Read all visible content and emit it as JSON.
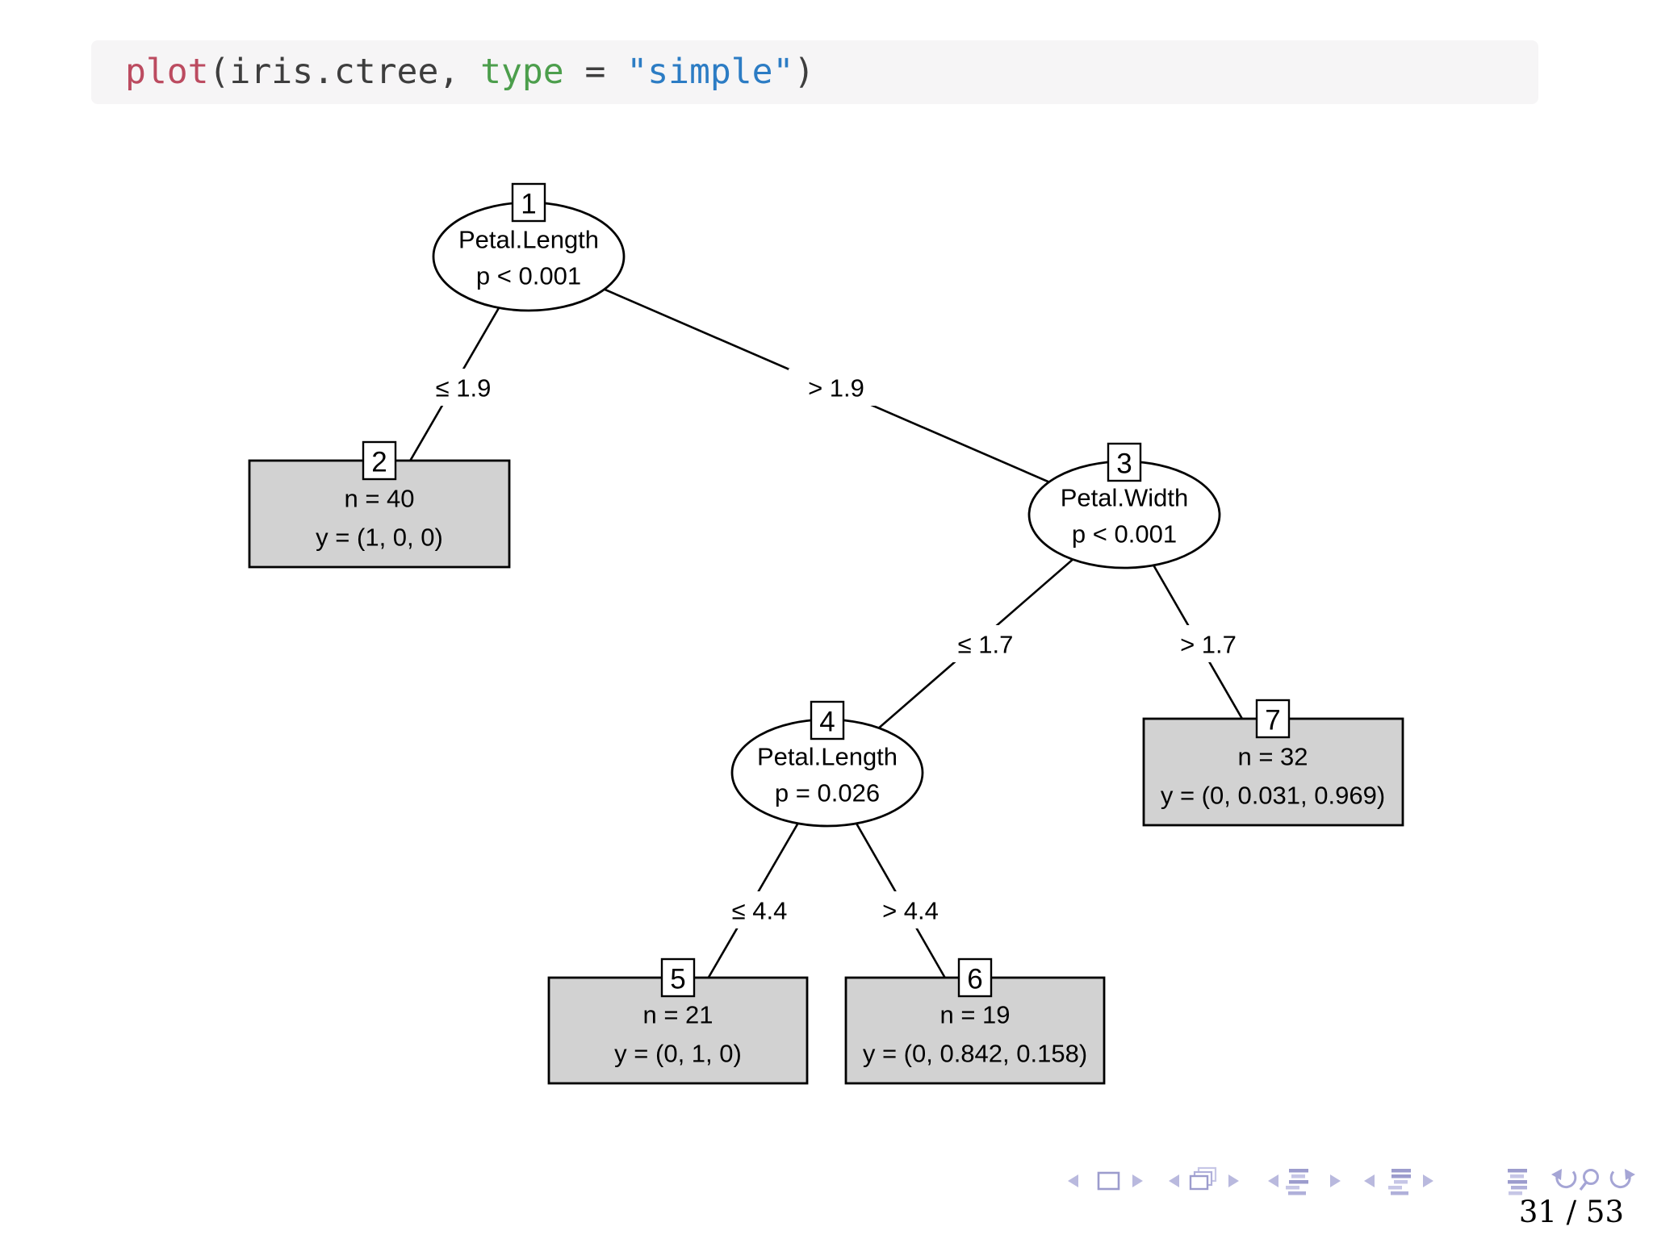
{
  "code_block": {
    "tokens": [
      {
        "text": "plot",
        "role": "function"
      },
      {
        "text": "(iris.ctree, ",
        "role": "plain"
      },
      {
        "text": "type",
        "role": "argument"
      },
      {
        "text": " = ",
        "role": "plain"
      },
      {
        "text": "\"simple\"",
        "role": "string"
      },
      {
        "text": ")",
        "role": "plain"
      }
    ],
    "colors": {
      "function": "#bc4b60",
      "plain": "#3e3e3e",
      "argument": "#4c9e4c",
      "string": "#2c7cc4",
      "background": "#f6f5f6"
    }
  },
  "tree": {
    "nodes": [
      {
        "id": "1",
        "kind": "split",
        "line1": "Petal.Length",
        "line2": "p < 0.001"
      },
      {
        "id": "2",
        "kind": "terminal",
        "line1": "n = 40",
        "line2": "y = (1, 0, 0)"
      },
      {
        "id": "3",
        "kind": "split",
        "line1": "Petal.Width",
        "line2": "p < 0.001"
      },
      {
        "id": "4",
        "kind": "split",
        "line1": "Petal.Length",
        "line2": "p = 0.026"
      },
      {
        "id": "5",
        "kind": "terminal",
        "line1": "n = 21",
        "line2": "y = (0, 1, 0)"
      },
      {
        "id": "6",
        "kind": "terminal",
        "line1": "n = 19",
        "line2": "y = (0, 0.842, 0.158)"
      },
      {
        "id": "7",
        "kind": "terminal",
        "line1": "n = 32",
        "line2": "y = (0, 0.031, 0.969)"
      }
    ],
    "edges": [
      {
        "from": "1",
        "to": "2",
        "label": "≤ 1.9"
      },
      {
        "from": "1",
        "to": "3",
        "label": "> 1.9"
      },
      {
        "from": "3",
        "to": "4",
        "label": "≤ 1.7"
      },
      {
        "from": "3",
        "to": "7",
        "label": "> 1.7"
      },
      {
        "from": "4",
        "to": "5",
        "label": "≤ 4.4"
      },
      {
        "from": "4",
        "to": "6",
        "label": "> 4.4"
      }
    ],
    "colors": {
      "terminal_fill": "#d2d2d2",
      "split_fill": "#ffffff",
      "stroke": "#000000"
    }
  },
  "footer": {
    "page_label": "31 / 53",
    "nav": {
      "color": "#9c9ccd",
      "color_light": "#c6c6e6",
      "icons": [
        "prev-slide-arrow",
        "frame-icon",
        "next-slide-arrow",
        "prev-frame-arrow",
        "frame-stack-icon",
        "next-frame-arrow",
        "prev-subsection-arrow",
        "subsection-toc-icon",
        "next-subsection-arrow",
        "prev-section-arrow",
        "section-toc-icon",
        "next-section-arrow",
        "appendix-toc-icon",
        "undo-icon",
        "search-icon",
        "redo-icon"
      ]
    }
  }
}
